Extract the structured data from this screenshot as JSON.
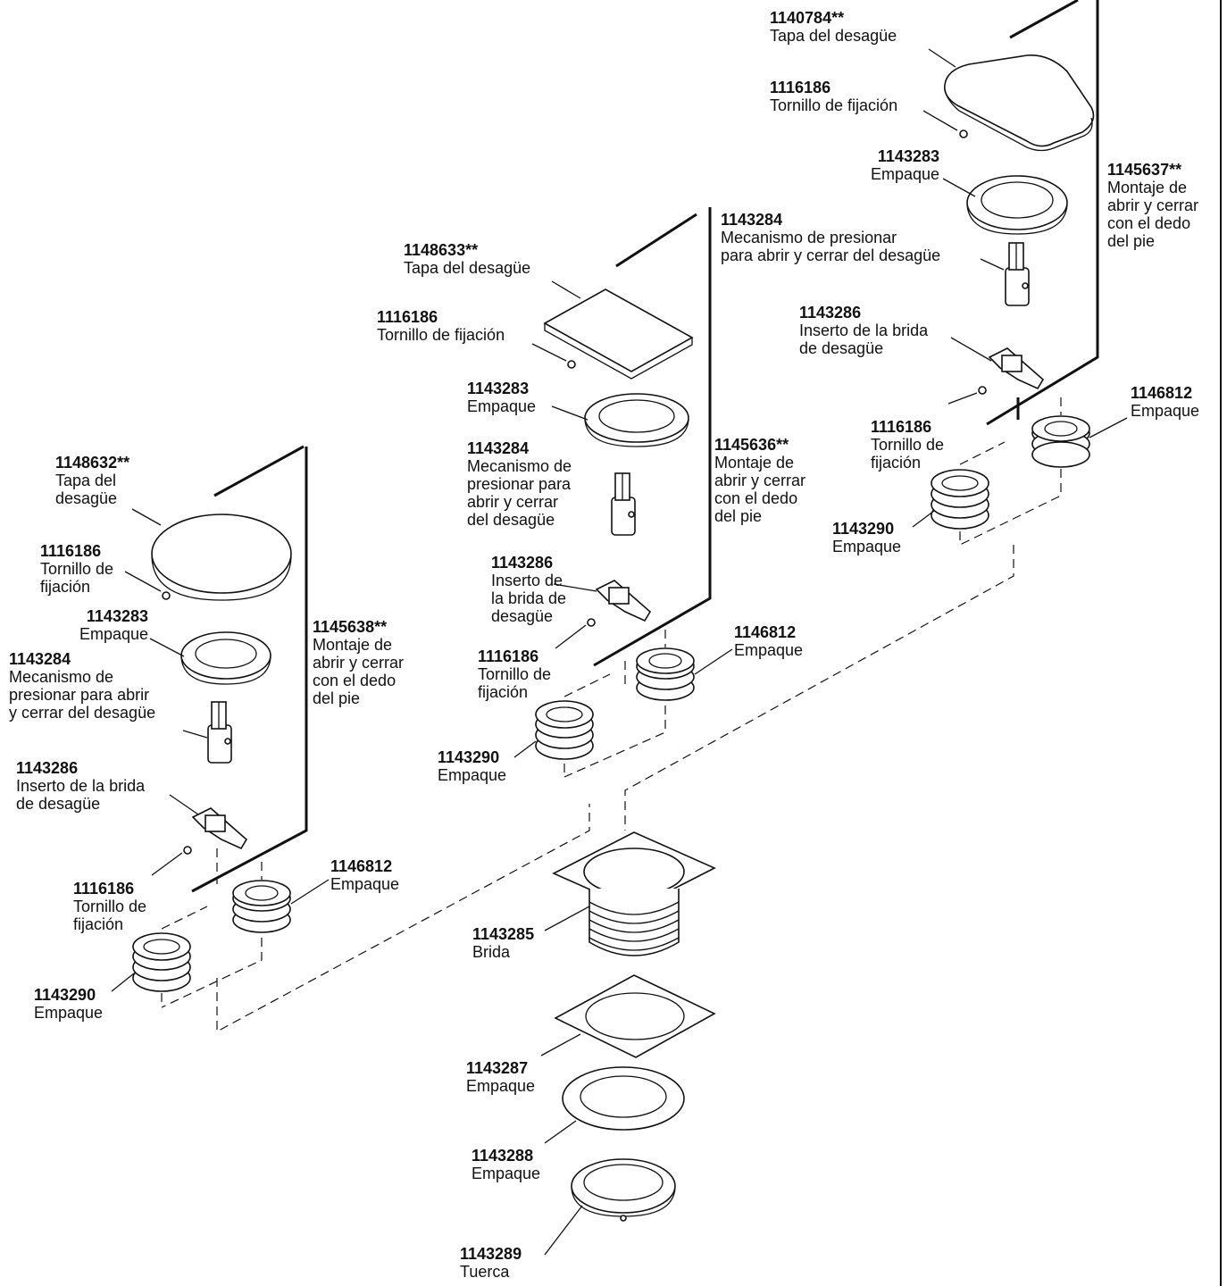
{
  "labels": {
    "a_cap": {
      "pn": "1140784**",
      "name": "Tapa del desagüe"
    },
    "a_screw": {
      "pn": "1116186",
      "name": "Tornillo de fijación"
    },
    "a_gasket": {
      "pn": "1143283",
      "name": "Empaque"
    },
    "a_assembly": {
      "pn": "1145637**",
      "name": "Montaje de\nabrir y cerrar\ncon el dedo\ndel pie"
    },
    "a_insert": {
      "pn": "1143286",
      "name": "Inserto de la brida\nde desagüe"
    },
    "a_screw2": {
      "pn": "1116186",
      "name": "Tornillo de\nfijación"
    },
    "a_pkg_small": {
      "pn": "1146812",
      "name": "Empaque"
    },
    "a_pkg_large": {
      "pn": "1143290",
      "name": "Empaque"
    },
    "b_cap": {
      "pn": "1148633**",
      "name": "Tapa del desagüe"
    },
    "b_mech_top": {
      "pn": "1143284",
      "name": "Mecanismo de presionar\npara abrir y cerrar del desagüe"
    },
    "b_screw": {
      "pn": "1116186",
      "name": "Tornillo de fijación"
    },
    "b_gasket": {
      "pn": "1143283",
      "name": "Empaque"
    },
    "b_mech": {
      "pn": "1143284",
      "name": "Mecanismo de\npresionar para\nabrir y cerrar\ndel desagüe"
    },
    "b_assembly": {
      "pn": "1145636**",
      "name": "Montaje de\nabrir y cerrar\ncon el dedo\ndel pie"
    },
    "b_insert": {
      "pn": "1143286",
      "name": "Inserto de\nla brida de\ndesagüe"
    },
    "b_screw2": {
      "pn": "1116186",
      "name": "Tornillo de\nfijación"
    },
    "b_pkg_small": {
      "pn": "1146812",
      "name": "Empaque"
    },
    "b_pkg_large": {
      "pn": "1143290",
      "name": "Empaque"
    },
    "c_cap": {
      "pn": "1148632**",
      "name": "Tapa del\ndesagüe"
    },
    "c_screw": {
      "pn": "1116186",
      "name": "Tornillo de\nfijación"
    },
    "c_gasket": {
      "pn": "1143283",
      "name": "Empaque"
    },
    "c_mech": {
      "pn": "1143284",
      "name": "Mecanismo de\npresionar para abrir\ny cerrar del desagüe"
    },
    "c_assembly": {
      "pn": "1145638**",
      "name": "Montaje de\nabrir y cerrar\ncon el dedo\ndel pie"
    },
    "c_insert": {
      "pn": "1143286",
      "name": "Inserto de la brida\nde desagüe"
    },
    "c_screw2": {
      "pn": "1116186",
      "name": "Tornillo de\nfijación"
    },
    "c_pkg_small": {
      "pn": "1146812",
      "name": "Empaque"
    },
    "c_pkg_large": {
      "pn": "1143290",
      "name": "Empaque"
    },
    "flange": {
      "pn": "1143285",
      "name": "Brida"
    },
    "gasket_sq": {
      "pn": "1143287",
      "name": "Empaque"
    },
    "gasket_ring": {
      "pn": "1143288",
      "name": "Empaque"
    },
    "nut": {
      "pn": "1143289",
      "name": "Tuerca"
    }
  }
}
